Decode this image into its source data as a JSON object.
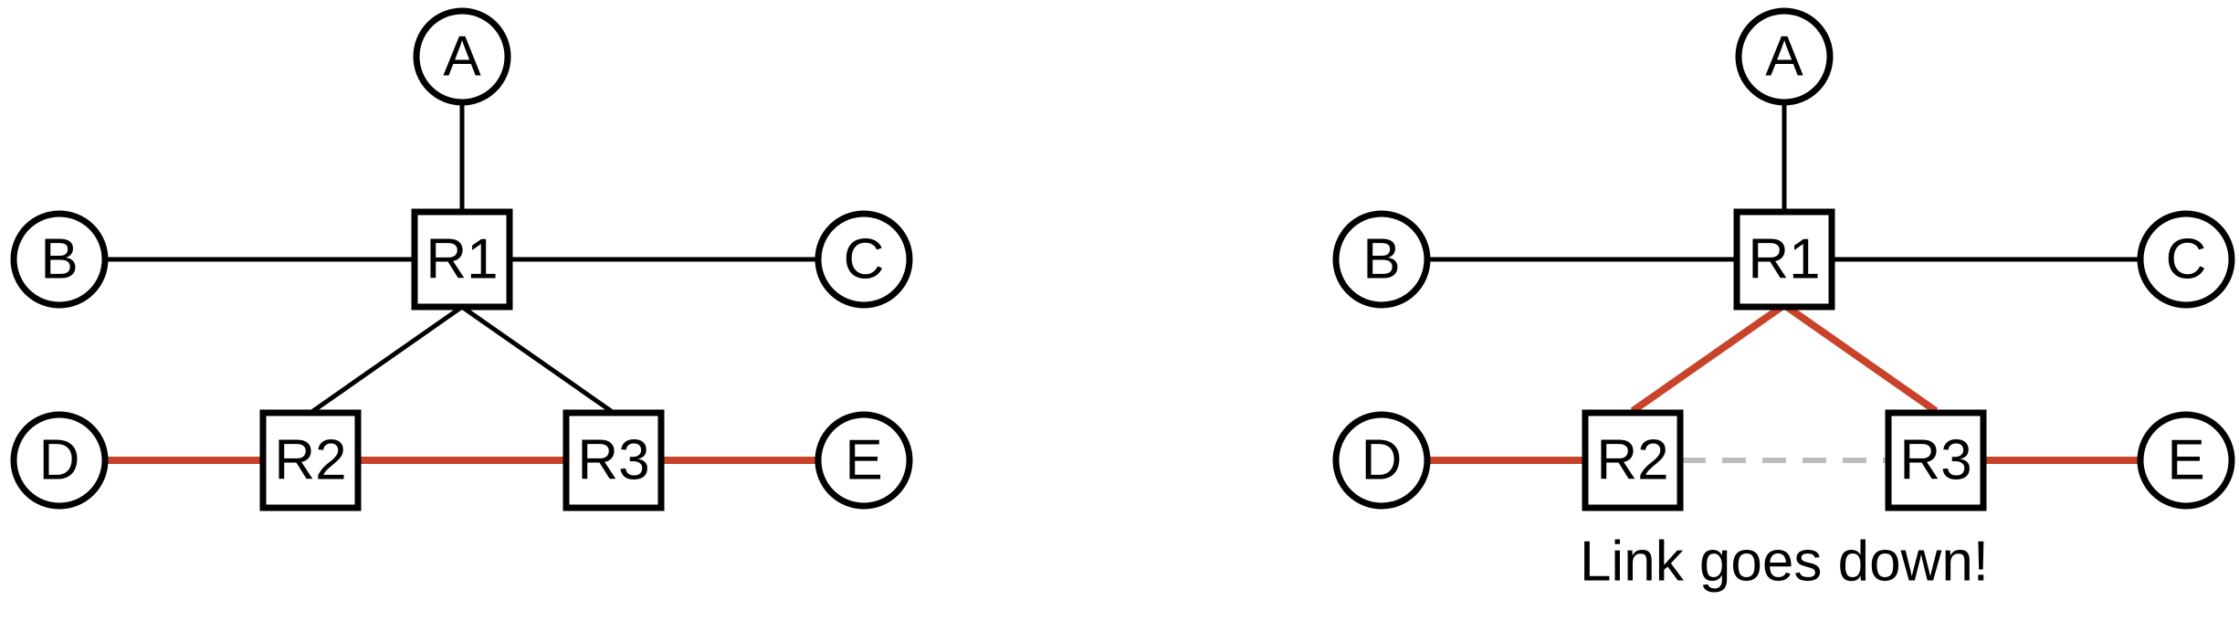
{
  "colors": {
    "active_link": "#c8432a",
    "down_link": "#bdbdbd",
    "normal_link": "#000000"
  },
  "panels": [
    {
      "id": "before",
      "nodes": {
        "A": "A",
        "B": "B",
        "C": "C",
        "D": "D",
        "E": "E",
        "R1": "R1",
        "R2": "R2",
        "R3": "R3"
      },
      "links": [
        {
          "from": "A",
          "to": "R1",
          "state": "normal"
        },
        {
          "from": "B",
          "to": "R1",
          "state": "normal"
        },
        {
          "from": "R1",
          "to": "C",
          "state": "normal"
        },
        {
          "from": "R1",
          "to": "R2",
          "state": "normal"
        },
        {
          "from": "R1",
          "to": "R3",
          "state": "normal"
        },
        {
          "from": "D",
          "to": "R2",
          "state": "active"
        },
        {
          "from": "R2",
          "to": "R3",
          "state": "active"
        },
        {
          "from": "R3",
          "to": "E",
          "state": "active"
        }
      ],
      "caption": ""
    },
    {
      "id": "after",
      "nodes": {
        "A": "A",
        "B": "B",
        "C": "C",
        "D": "D",
        "E": "E",
        "R1": "R1",
        "R2": "R2",
        "R3": "R3"
      },
      "links": [
        {
          "from": "A",
          "to": "R1",
          "state": "normal"
        },
        {
          "from": "B",
          "to": "R1",
          "state": "normal"
        },
        {
          "from": "R1",
          "to": "C",
          "state": "normal"
        },
        {
          "from": "R1",
          "to": "R2",
          "state": "active"
        },
        {
          "from": "R1",
          "to": "R3",
          "state": "active"
        },
        {
          "from": "D",
          "to": "R2",
          "state": "active"
        },
        {
          "from": "R2",
          "to": "R3",
          "state": "down"
        },
        {
          "from": "R3",
          "to": "E",
          "state": "active"
        }
      ],
      "caption": "Link goes down!"
    }
  ]
}
